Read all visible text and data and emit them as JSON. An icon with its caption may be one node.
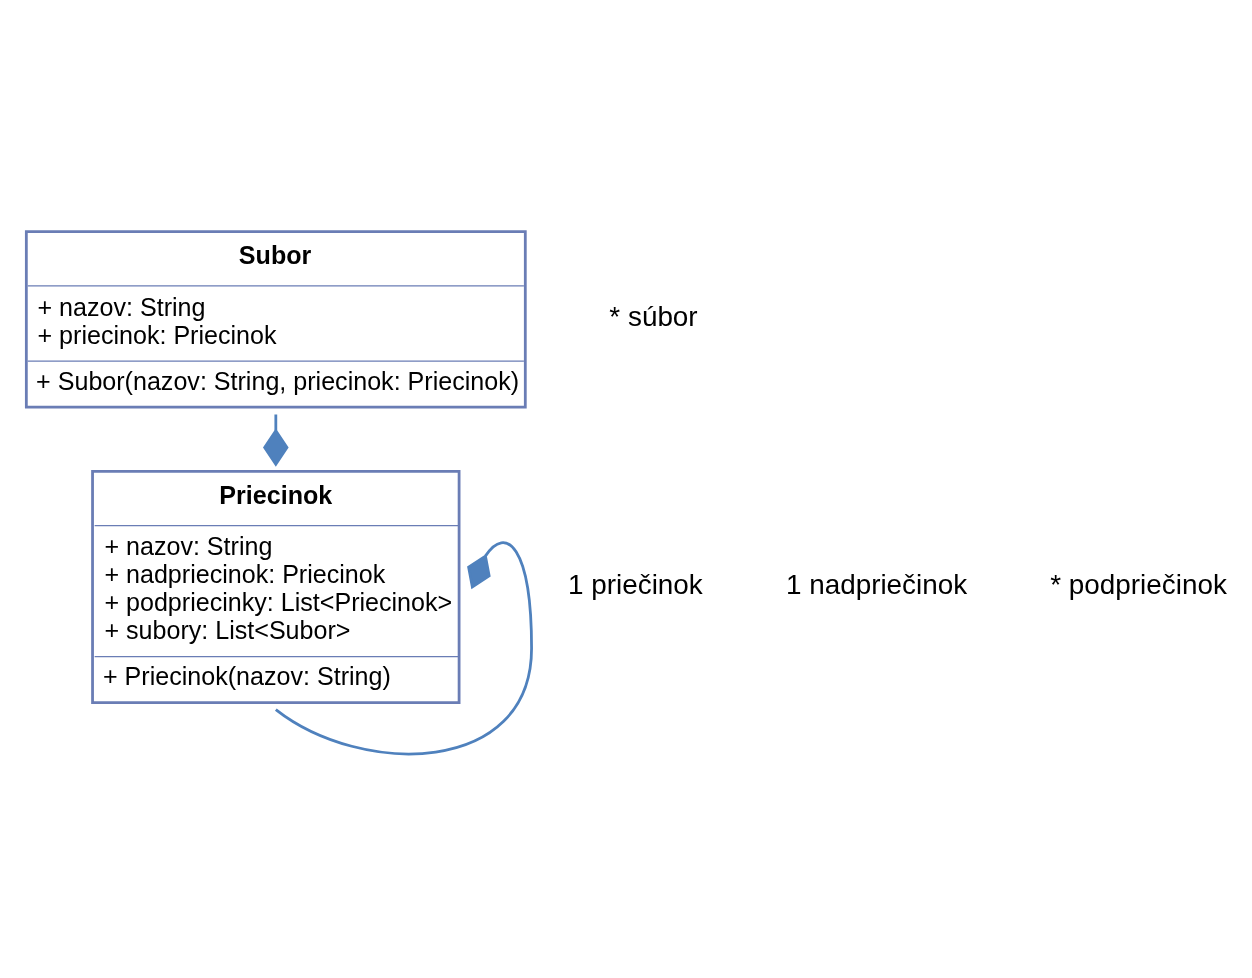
{
  "diagram": {
    "nodes": [
      {
        "text": [
          "Subor",
          "+ nazov: String",
          "+ priecinok: Priecinok",
          "+ Subor(nazov: String, priecinok: Priecinok)"
        ]
      },
      {
        "text": [
          "Priecinok",
          "+ nazov: String",
          "+ nadpriecinok: Priecinok",
          "+ podpriecinky: List<Priecinok>",
          "+ subory: List<Subor>",
          "+ Priecinok(nazov: String)"
        ]
      }
    ],
    "edges": [
      {
        "from": 0,
        "to": 1,
        "arrow": "other"
      },
      {
        "from": 1,
        "to": 1,
        "arrow": "other"
      }
    ],
    "labels": [
      "* súbor",
      "1 priečinok",
      "1 nadpriečinok",
      "* podpriečinok"
    ]
  }
}
